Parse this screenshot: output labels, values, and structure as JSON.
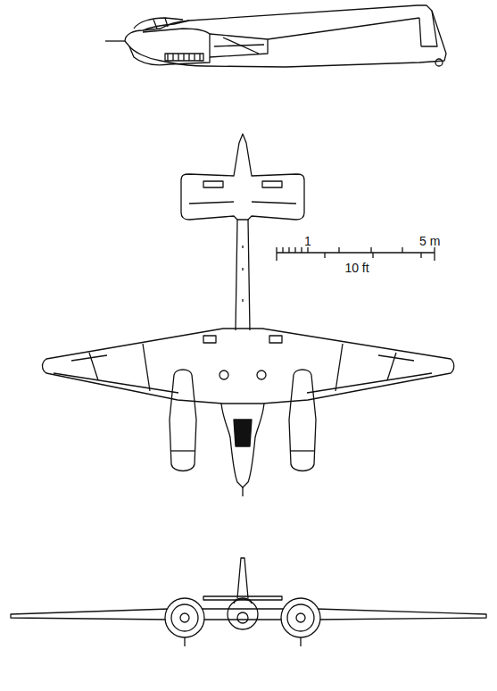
{
  "diagram": {
    "labels": [
      "1",
      "5 m",
      "10 ft"
    ]
  }
}
